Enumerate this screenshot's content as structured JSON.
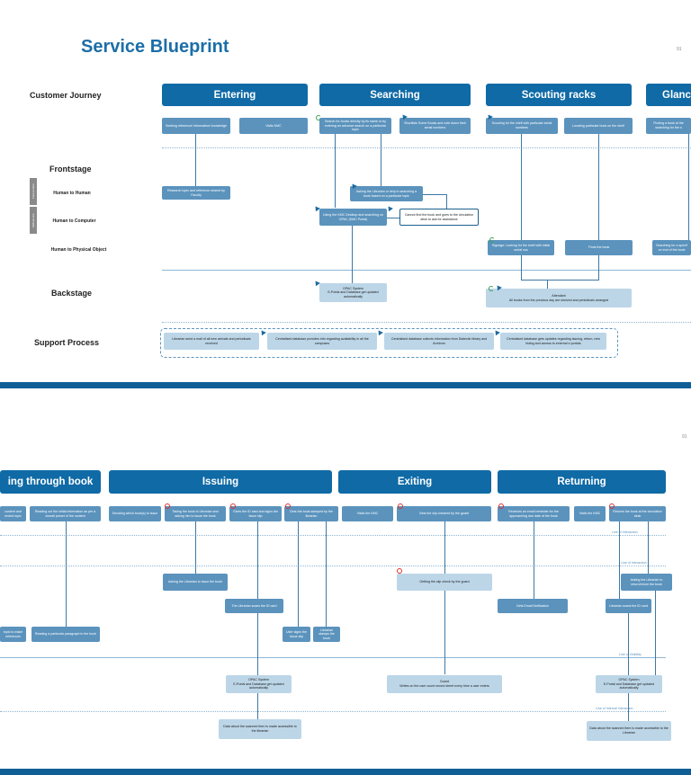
{
  "slide1": {
    "title": "Service Blueprint",
    "page_number": "91",
    "lanes": {
      "customer_journey": "Customer Journey",
      "frontstage": "Frontstage",
      "human_to_human": "Human to Human",
      "human_to_computer": "Human to Computer",
      "human_to_physical": "Human to Physical Object",
      "backstage": "Backstage",
      "support": "Support Process",
      "tag_top": "Face-to-face",
      "tag_bottom": "Self-service"
    },
    "stages": [
      "Entering",
      "Searching",
      "Scouting racks",
      "Glanc"
    ],
    "journey": [
      "Seeking reference/ information/ knowledge",
      "Visits KMC",
      "Search for books directly by its name or by entering an advance search on a particular topic",
      "Shortlists Some Books and note down their serial numbers",
      "Scouting for the shelf with particular serial numbers",
      "Locating particular book on the shelf",
      "Finding a book at the searching for the s"
    ],
    "hh1": "Research topic and reference shared by Faculty",
    "hh2": "Asking the Librarian or help in searching a book based on a particular topic",
    "hc1": "Using the KMC Desktop and searching on OPAC (KMC Portal)",
    "hc2": "Cannot find the book and goes to the circulation desk to ask for assistance",
    "hp1": "Signage: Looking for the shelf with initial serial nos",
    "hp2": "Finds the book",
    "hp3": "Searching for a specif on end of the book",
    "back1": "OPAC System\nE-Portal and Database get updated automatically",
    "back2": "Attendant\nAll books from the previous day are shelved and periodicals arranged",
    "support": [
      "Librarian send a mail of all new arrivals and periodicals received",
      "Centralised database provides info regarding availability in all the campuses",
      "Centralised database collects information from Dialectic library and Archives",
      "Centralised database gets updates regarding issuing, return, new listing and access to external e-portals"
    ]
  },
  "slide2": {
    "page_number": "91",
    "stages": [
      "ing through book",
      "Issuing",
      "Exiting",
      "Returning"
    ],
    "journey": [
      "content and ended topic",
      "Reading out the initial information as per a overall preset of the content",
      "Deciding which book(s) to issue",
      "Taking the book to Librarian and asking him to issue the book",
      "Gives the ID card and signs the Issue slip",
      "Gets the book stamped by the librarian",
      "Visits the KMC",
      "Gets the slip checked by the guard",
      "Receives an email reminder for the approaching due date of the book",
      "Visits the KMC",
      "Returns the book at the circulation desk"
    ],
    "line_interaction_1": "Line of Interaction",
    "line_interaction_2": "Line of Interaction",
    "line_visibility": "Line of Visibility",
    "line_internal": "Line of Internal Interaction",
    "cards": {
      "ask_issue": "Asking the Librarian to issue the book",
      "scans_id": "The Librarian scans the ID card",
      "user_signs": "User signs the Issue slip",
      "lib_stamps": "Librarian stamps the book",
      "guard_check": "Getting the slip check by the guard",
      "email_notif": "Gets Email Notification",
      "ask_return": "Asking the Librarian to return/return the book",
      "lib_scans": "Librarian scans the ID card",
      "topic_ref": "topic to make references",
      "read_para": "Reading a particular paragraph in the book",
      "opac1": "OPAC System\nE-Portal and Database get updated automatically",
      "guard": "Guard\nWrites on the user count record sheet every time a user enters",
      "opac2": "OPAC System\nE-Portal and Database get updated automatically",
      "data1": "Data about the scanned Item is made accessible to the librarian",
      "data2": "Data about the scanned Item is made accessible to the Librarian"
    }
  }
}
